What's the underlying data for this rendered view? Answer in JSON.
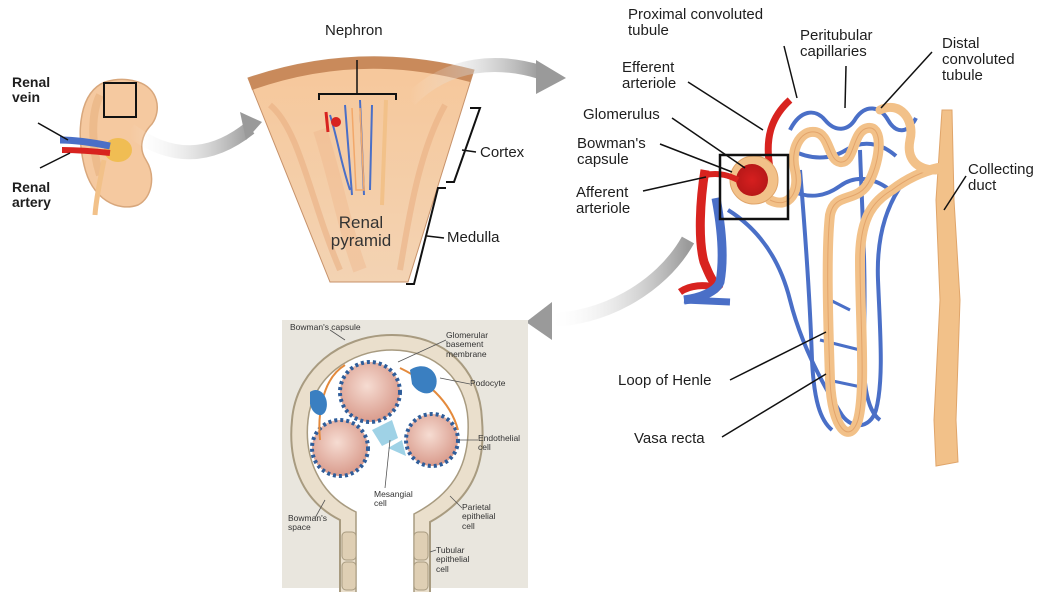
{
  "kidney": {
    "renal_vein": [
      "Renal",
      "vein"
    ],
    "renal_artery": [
      "Renal",
      "artery"
    ]
  },
  "wedge": {
    "nephron": "Nephron",
    "cortex": "Cortex",
    "medulla": "Medulla",
    "renal_pyramid": [
      "Renal",
      "pyramid"
    ]
  },
  "nephron_labels": {
    "proximal": [
      "Proximal convoluted",
      "tubule"
    ],
    "peritubular": [
      "Peritubular",
      "capillaries"
    ],
    "distal": [
      "Distal",
      "convoluted",
      "tubule"
    ],
    "efferent": [
      "Efferent",
      "arteriole"
    ],
    "glomerulus": "Glomerulus",
    "bowmans_capsule": [
      "Bowman's",
      "capsule"
    ],
    "afferent": [
      "Afferent",
      "arteriole"
    ],
    "collecting_duct": [
      "Collecting",
      "duct"
    ],
    "loop_of_henle": "Loop of Henle",
    "vasa_recta": "Vasa recta"
  },
  "glomerulus_detail": {
    "bowmans_capsule": "Bowman's capsule",
    "gbm": [
      "Glomerular",
      "basement",
      "membrane"
    ],
    "podocyte": "Podocyte",
    "endothelial": [
      "Endothelial",
      "cell"
    ],
    "mesangial": [
      "Mesangial",
      "cell"
    ],
    "bowmans_space": [
      "Bowman's",
      "space"
    ],
    "parietal": [
      "Parietal",
      "epithelial",
      "cell"
    ],
    "tubular": [
      "Tubular",
      "epithelial",
      "cell"
    ]
  },
  "colors": {
    "artery_red": "#d8231f",
    "vein_blue": "#4a6fc7",
    "tubule_tan": "#f2c189",
    "detail_bg": "#e9e6de",
    "arrow_gray": "#9a9a9a"
  }
}
